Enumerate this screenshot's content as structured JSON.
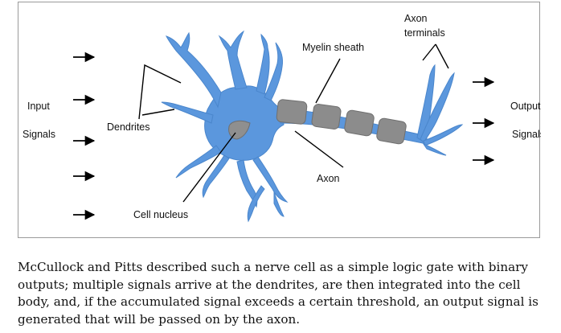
{
  "diagram": {
    "labels": {
      "input": "Input",
      "input_signals": "Signals",
      "output": "Output",
      "output_signals": "Signals",
      "dendrites": "Dendrites",
      "myelin_sheath": "Myelin sheath",
      "axon_terminals_line1": "Axon",
      "axon_terminals_line2": "terminals",
      "axon": "Axon",
      "cell_nucleus": "Cell nucleus"
    },
    "colors": {
      "neuron": "#5b97dd",
      "myelin": "#8c8c8c",
      "nucleus": "#8f8f8f",
      "lines": "#000000"
    }
  },
  "caption": "McCullock and Pitts described such a nerve cell as a simple logic gate with binary outputs; multiple signals arrive at the dendrites, are then integrated into the cell body, and, if the accumulated signal exceeds a certain threshold, an output signal is generated that will be passed on by the axon."
}
